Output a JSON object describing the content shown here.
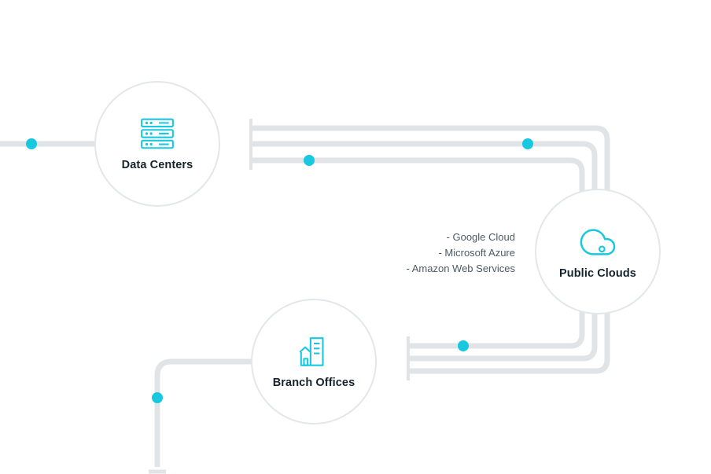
{
  "diagram_title": "Network topology diagram",
  "colors": {
    "accent": "#18c7e0",
    "connector_line": "#e0e4e6",
    "circle_border": "#e4e7e9",
    "node_label_text": "#15232c",
    "list_text": "#4d5a62"
  },
  "nodes": {
    "data_centers": {
      "label": "Data Centers",
      "icon": "server-stack-icon"
    },
    "public_clouds": {
      "label": "Public Clouds",
      "icon": "cloud-icon"
    },
    "branch_offices": {
      "label": "Branch Offices",
      "icon": "office-building-icon"
    }
  },
  "cloud_providers": {
    "items": [
      "- Google Cloud",
      "- Microsoft Azure",
      "- Amazon Web Services"
    ]
  }
}
